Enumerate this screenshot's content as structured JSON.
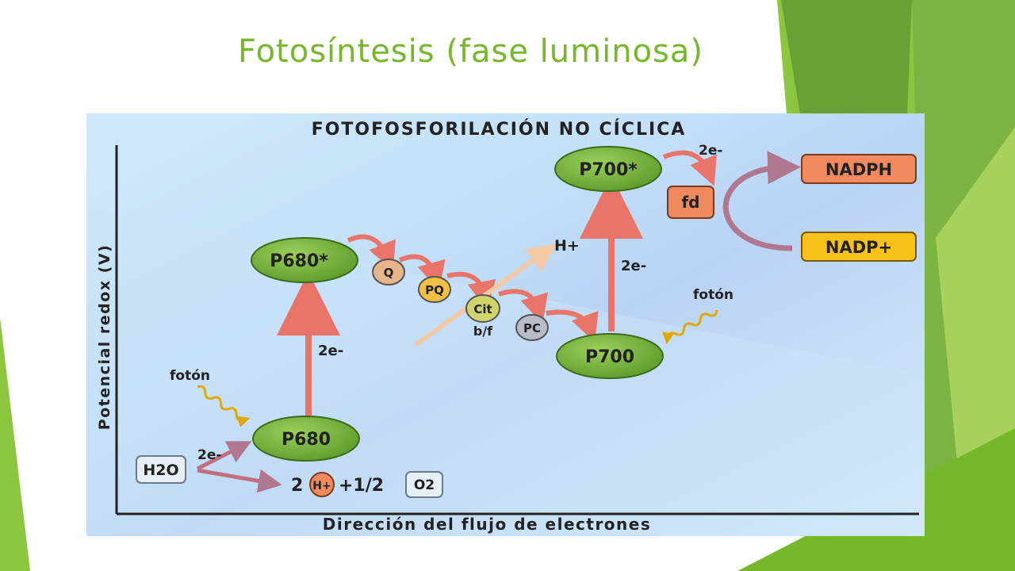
{
  "slide": {
    "title": "Fotosíntesis (fase luminosa)"
  },
  "diagram": {
    "title": "FOTOFOSFORILACIÓN NO CÍCLICA",
    "y_axis_label": "Potencial redox (V)",
    "x_axis_label": "Dirección del flujo de electrones",
    "nodes": {
      "p680": "P680",
      "p680_star": "P680*",
      "p700": "P700",
      "p700_star": "P700*",
      "q": "Q",
      "pq": "PQ",
      "cit": "Cit",
      "bf": "b/f",
      "pc": "PC",
      "fd": "fd",
      "nadph": "NADPH",
      "nadp": "NADP+",
      "h2o": "H2O",
      "h_plus": "H+",
      "o2": "O2"
    },
    "labels": {
      "foton": "fotón",
      "two_e": "2e-",
      "two": "2",
      "half": "+1/2"
    },
    "colors": {
      "accent_green": "#76b82a",
      "node_green": "#7cb342",
      "arrow_red": "#e9756a",
      "nadph_orange": "#ef8a5e",
      "nadp_yellow": "#f8c11a",
      "background_blue": "#c8e6fa"
    }
  }
}
